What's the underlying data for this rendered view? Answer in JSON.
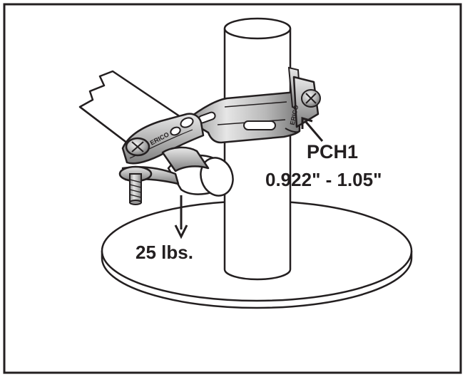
{
  "diagram": {
    "part_label": "PCH1",
    "size_range_label": "0.922\" - 1.05\"",
    "load_label": "25 lbs.",
    "clamp_stamp_left": "ERICO",
    "clamp_stamp_right": "ERICO"
  },
  "colors": {
    "line": "#231f20",
    "background": "#ffffff",
    "metal_light": "#d9d9d9",
    "metal_mid": "#a6a6a6",
    "metal_dark": "#6b6b6b"
  }
}
